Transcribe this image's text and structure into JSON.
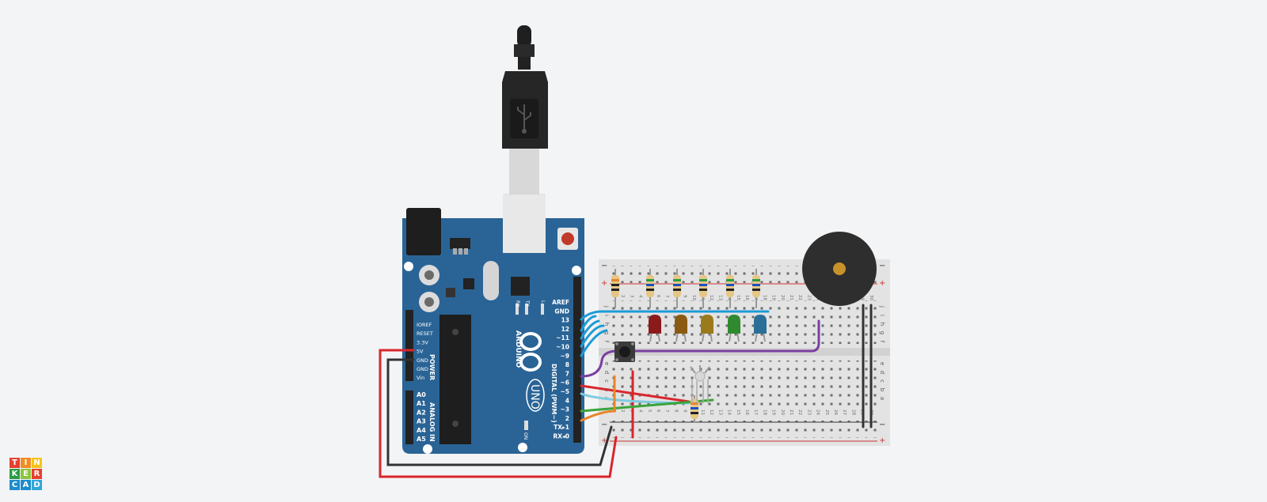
{
  "logo": {
    "letters": [
      "T",
      "I",
      "N",
      "K",
      "E",
      "R",
      "C",
      "A",
      "D"
    ],
    "colors": [
      "#e5402f",
      "#f28d22",
      "#f6c31a",
      "#2c9b47",
      "#8fc43f",
      "#e5402f",
      "#1d8ccd",
      "#1d8ccd",
      "#2fa7d9"
    ]
  },
  "arduino": {
    "brand": "ARDUINO",
    "model": "UNO",
    "on_label": "ON",
    "leds": [
      "L",
      "TX",
      "RX"
    ],
    "power_pins": [
      "IOREF",
      "RESET",
      "3.3V",
      "5V",
      "GND",
      "GND",
      "Vin"
    ],
    "power_title": "POWER",
    "analog_pins": [
      "A0",
      "A1",
      "A2",
      "A3",
      "A4",
      "A5"
    ],
    "analog_title": "ANALOG IN",
    "digital_pins": [
      "AREF",
      "GND",
      "13",
      "12",
      "~11",
      "~10",
      "~9",
      "8",
      "7",
      "~6",
      "~5",
      "4",
      "~3",
      "2",
      "TX▸1",
      "RX◂0"
    ],
    "digital_title": "DIGITAL (PWM~)"
  },
  "breadboard": {
    "rail_plus": "+",
    "rail_minus": "−",
    "row_letters_top": [
      "j",
      "i",
      "h",
      "g",
      "f"
    ],
    "row_letters_bottom": [
      "e",
      "d",
      "c",
      "b",
      "a"
    ],
    "column_numbers": [
      "1",
      "2",
      "3",
      "4",
      "5",
      "6",
      "7",
      "8",
      "9",
      "10",
      "11",
      "12",
      "13",
      "14",
      "15",
      "16",
      "17",
      "18",
      "19",
      "20",
      "21",
      "22",
      "23",
      "24",
      "25",
      "26",
      "27",
      "28",
      "29",
      "30"
    ]
  },
  "components": {
    "leds": [
      {
        "color": "#8b1a1a"
      },
      {
        "color": "#8a5a12"
      },
      {
        "color": "#9a7a1a"
      },
      {
        "color": "#2f8a2f"
      },
      {
        "color": "#2a6f97"
      }
    ],
    "wire_colors": {
      "red": "#d9262c",
      "black": "#333333",
      "blue": "#1e9bd7",
      "light_blue": "#7fcbe0",
      "purple": "#7b3fa0",
      "orange": "#e8862a",
      "green": "#3aa53a"
    }
  }
}
